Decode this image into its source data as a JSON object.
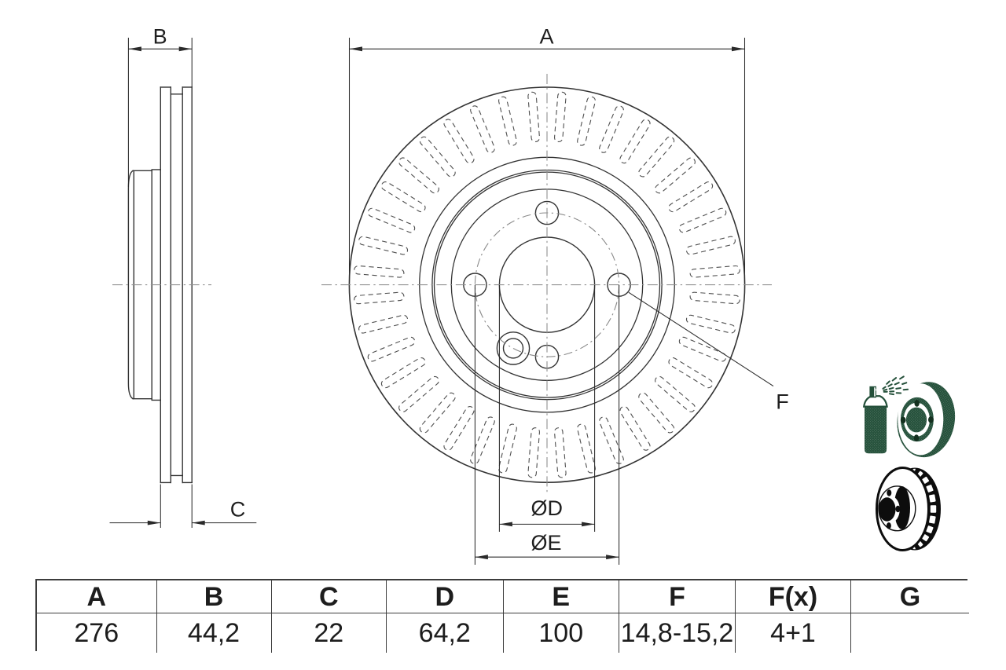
{
  "drawing": {
    "dimension_labels": {
      "a": "A",
      "b": "B",
      "c": "C",
      "diameter_d": "ØD",
      "diameter_e": "ØE",
      "f": "F"
    },
    "views": {
      "side_view": "brake-disc-cross-section",
      "front_view": "brake-disc-front-view"
    },
    "front_view": {
      "vent_slot_count": 40,
      "bolt_hole_count": 4,
      "locating_pin_hole_count": 1
    }
  },
  "table": {
    "headers": [
      "A",
      "B",
      "C",
      "D",
      "E",
      "F",
      "F(x)",
      "G"
    ],
    "values": [
      "276",
      "44,2",
      "22",
      "64,2",
      "100",
      "14,8-15,2",
      "4+1",
      ""
    ]
  },
  "icons": {
    "coated_disc": "spray-can-coated-brake-disc",
    "vented_disc": "vented-brake-disc"
  },
  "colors": {
    "icon_green": "#24503a",
    "line": "#333333",
    "centerline": "#919191",
    "table_border": "#3c3c3c"
  }
}
